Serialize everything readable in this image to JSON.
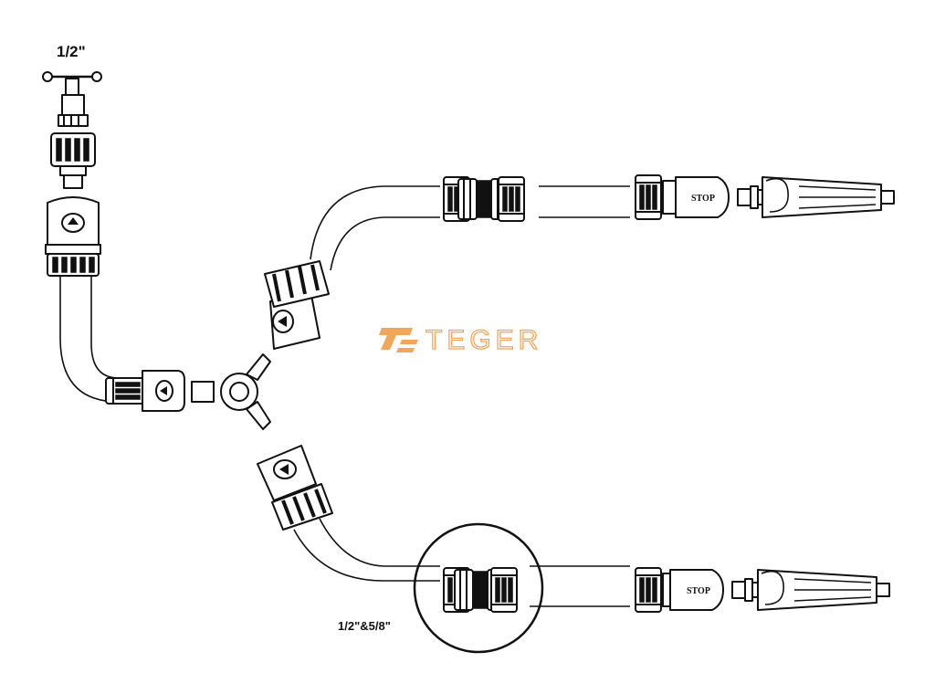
{
  "labels": {
    "tap_size": "1/2\"",
    "hose_size": "1/2\"&5/8\""
  },
  "brand": {
    "name": "TEGER",
    "color": "#f2a65a"
  },
  "stop_labels": {
    "upper": "STOP",
    "lower": "STOP"
  },
  "colors": {
    "outline": "#111111",
    "background": "#ffffff"
  }
}
